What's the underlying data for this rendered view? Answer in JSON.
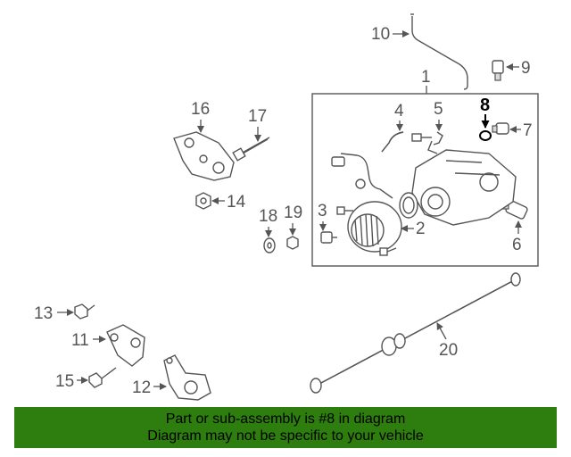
{
  "highlight_color": "#2e7d0f",
  "callouts": {
    "c1": "1",
    "c2": "2",
    "c3": "3",
    "c4": "4",
    "c5": "5",
    "c6": "6",
    "c7": "7",
    "c8": "8",
    "c9": "9",
    "c10": "10",
    "c11": "11",
    "c12": "12",
    "c13": "13",
    "c14": "14",
    "c15": "15",
    "c16": "16",
    "c17": "17",
    "c18": "18",
    "c19": "19",
    "c20": "20"
  },
  "highlighted_part": "8",
  "banner": {
    "line1": "Part or sub-assembly is #8 in diagram",
    "line2": "Diagram may not be specific to your vehicle"
  }
}
